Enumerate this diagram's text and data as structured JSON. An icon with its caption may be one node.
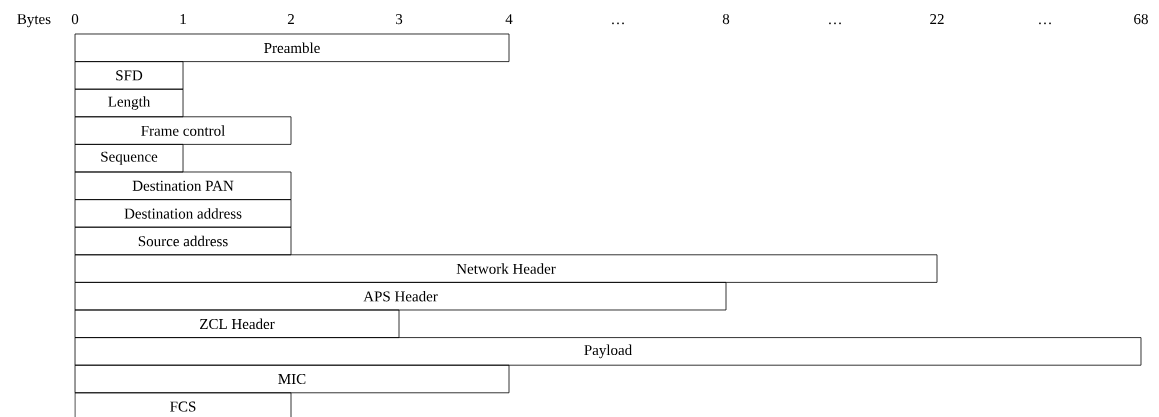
{
  "diagram": {
    "nodes": [
      {
        "text": [
          "Preamble"
        ]
      },
      {
        "text": [
          "SFD"
        ]
      },
      {
        "text": [
          "Length"
        ]
      },
      {
        "text": [
          "Frame control"
        ]
      },
      {
        "text": [
          "Sequence"
        ]
      },
      {
        "text": [
          "Destination PAN"
        ]
      },
      {
        "text": [
          "Destination address"
        ]
      },
      {
        "text": [
          "Source address"
        ]
      },
      {
        "text": [
          "Network Header"
        ]
      },
      {
        "text": [
          "APS Header"
        ]
      },
      {
        "text": [
          "ZCL Header"
        ]
      },
      {
        "text": [
          "Payload"
        ]
      },
      {
        "text": [
          "MIC"
        ]
      },
      {
        "text": [
          "FCS"
        ]
      }
    ],
    "labels": [
      "Bytes",
      "0",
      "1",
      "2",
      "3",
      "4",
      "…",
      "8",
      "…",
      "22",
      "…",
      "68"
    ]
  }
}
